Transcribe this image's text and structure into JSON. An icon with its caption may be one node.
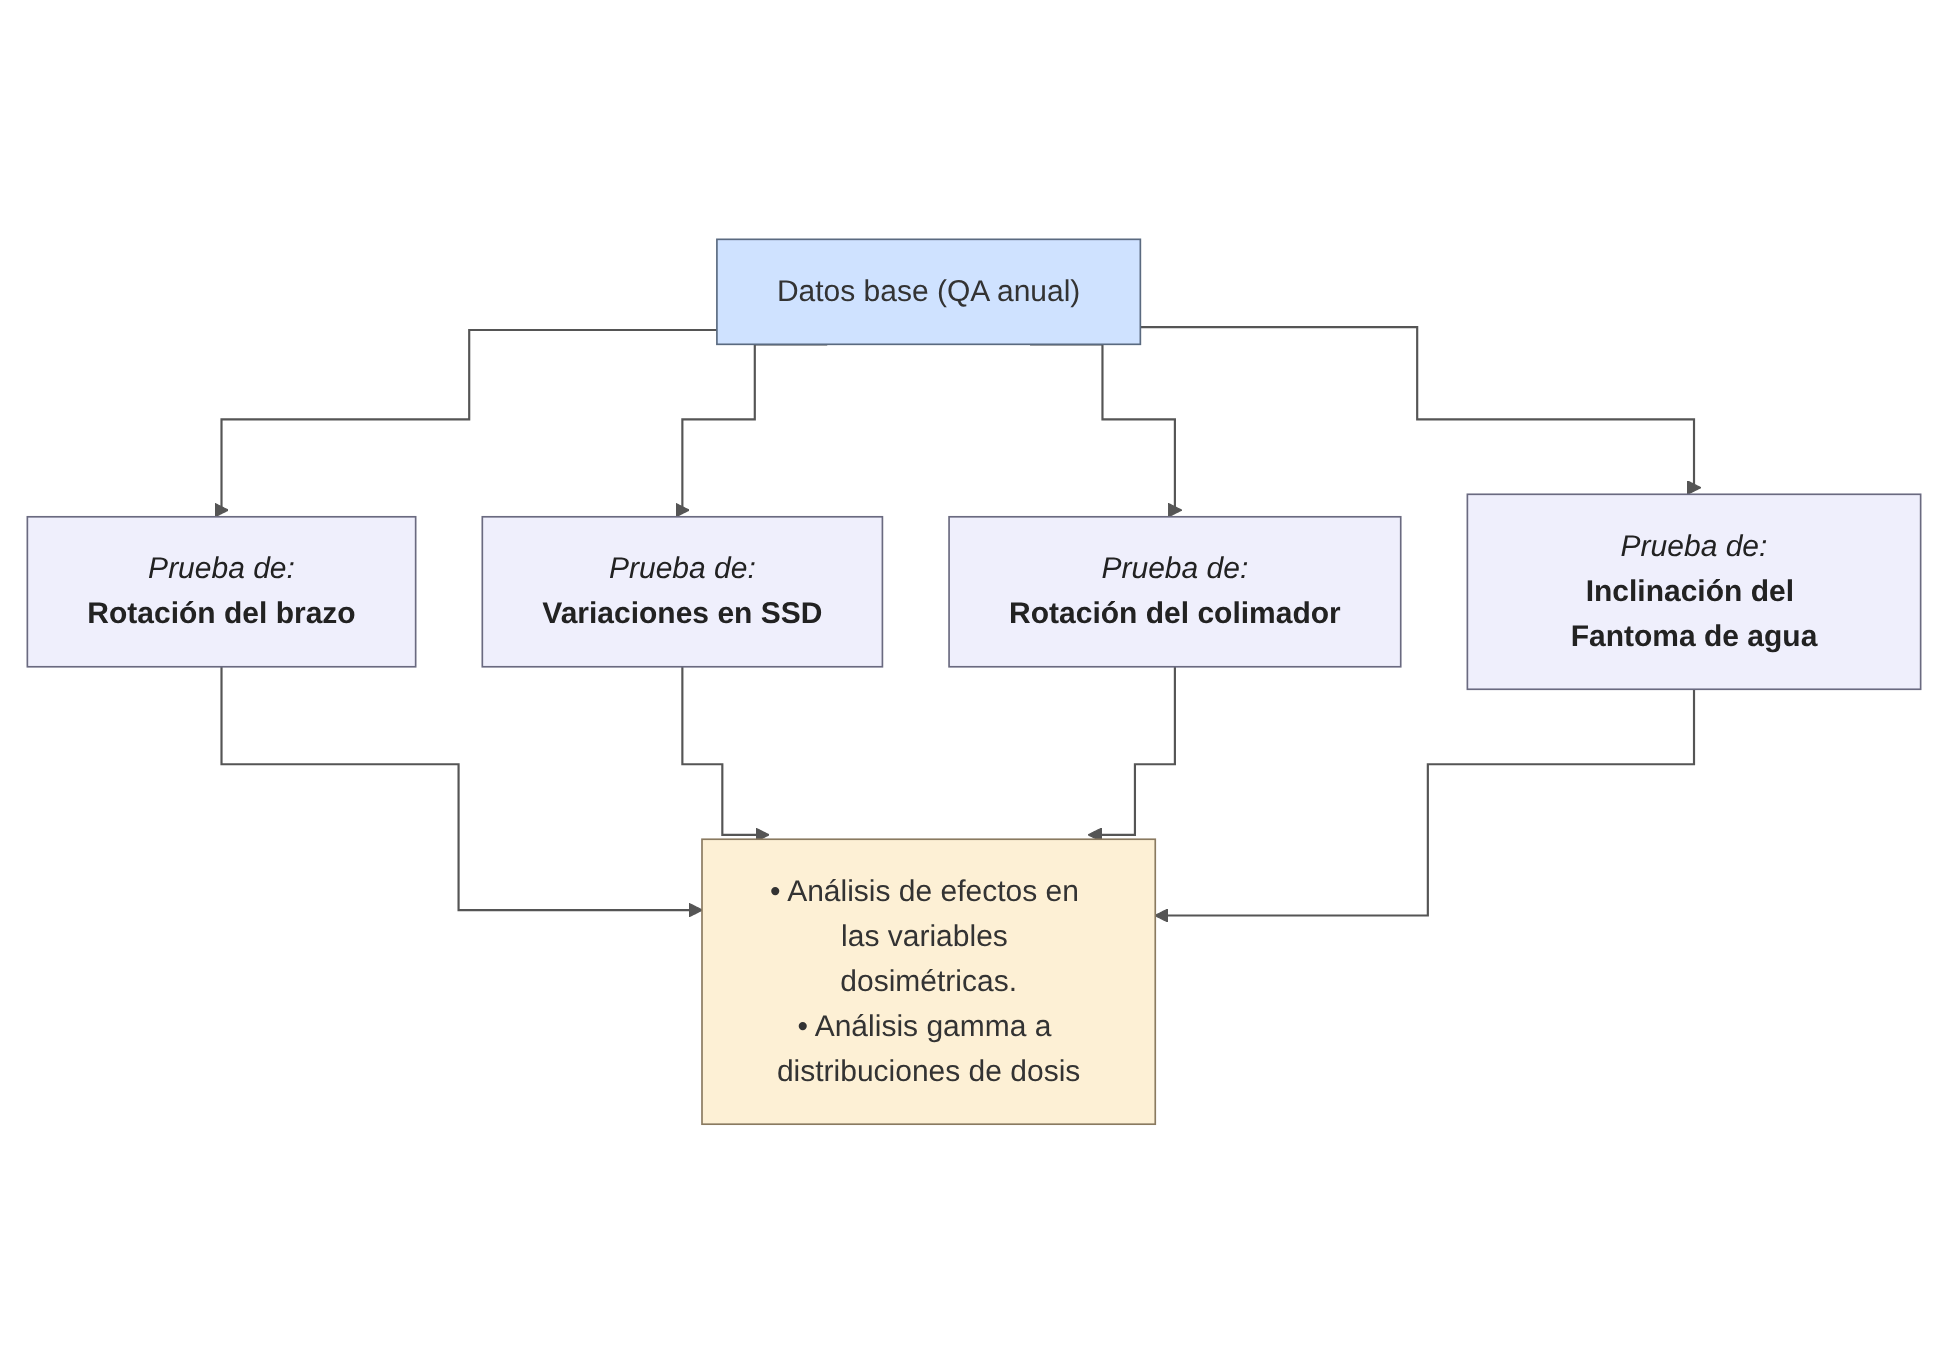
{
  "diagram": {
    "nodes": [
      {
        "text": [
          "Datos base (QA anual)"
        ]
      },
      {
        "text": [
          "Prueba de:",
          "Rotación del brazo"
        ]
      },
      {
        "text": [
          "Prueba de:",
          "Variaciones en SSD"
        ]
      },
      {
        "text": [
          "Prueba de:",
          "Rotación del colimador"
        ]
      },
      {
        "text": [
          "Prueba de:",
          "Inclinación del Fantoma de agua"
        ]
      },
      {
        "text": [
          "• Análisis de efectos en las variables dosimétricas.",
          "• Análisis gamma a distribuciones de dosis"
        ]
      }
    ],
    "edges": [
      {
        "from": 0,
        "to": 1,
        "arrow": "to"
      },
      {
        "from": 0,
        "to": 2,
        "arrow": "to"
      },
      {
        "from": 0,
        "to": 3,
        "arrow": "to"
      },
      {
        "from": 0,
        "to": 4,
        "arrow": "to"
      },
      {
        "from": 1,
        "to": 5,
        "arrow": "to"
      },
      {
        "from": 2,
        "to": 5,
        "arrow": "to"
      },
      {
        "from": 3,
        "to": 5,
        "arrow": "to"
      },
      {
        "from": 4,
        "to": 5,
        "arrow": "to"
      }
    ]
  }
}
